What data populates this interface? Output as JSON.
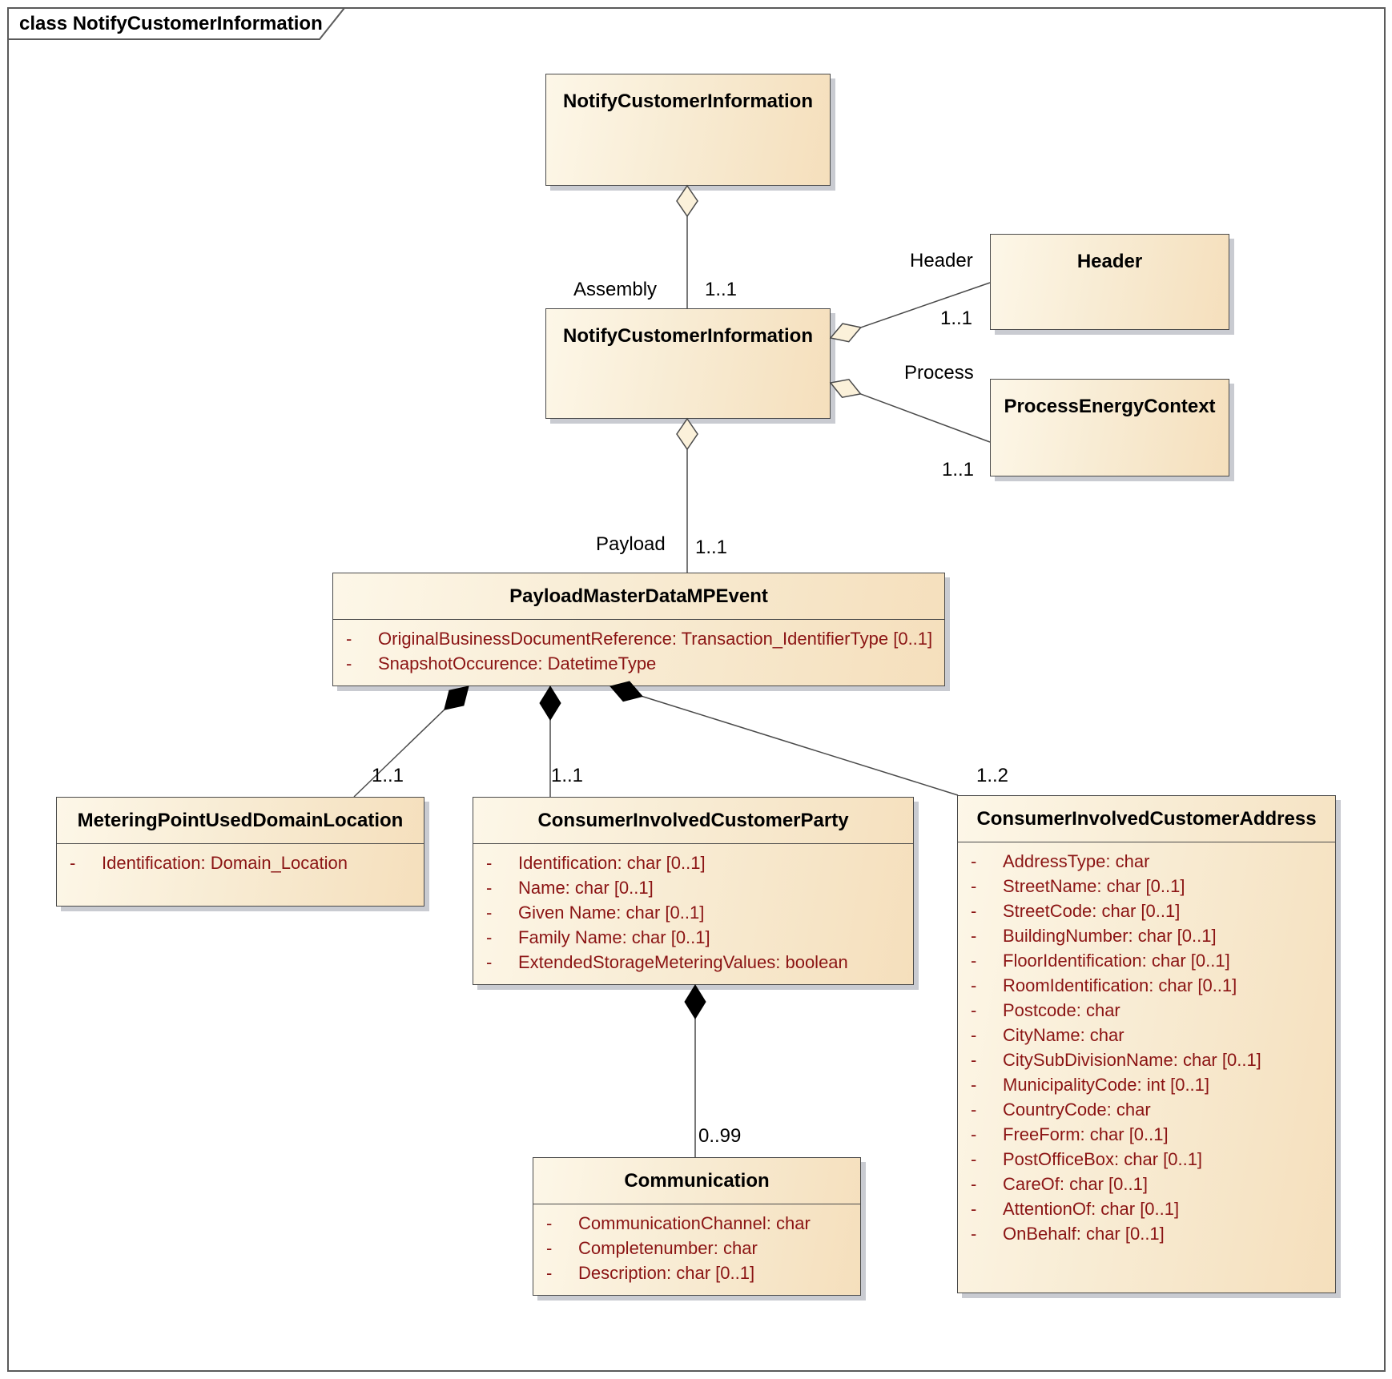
{
  "frame": {
    "title": "class NotifyCustomerInformation"
  },
  "ui": {
    "attr_prefix": "-"
  },
  "colors": {
    "box_fill_light": "#fdf7e8",
    "box_fill_dark": "#f5dfbc",
    "box_border": "#4a4a4a",
    "attribute_text": "#8b1414",
    "shadow": "#c9cbd1",
    "connector": "#4a4a4a"
  },
  "classes": [
    {
      "name": "NotifyCustomerInformation",
      "attributes": []
    },
    {
      "name": "NotifyCustomerInformation",
      "attributes": []
    },
    {
      "name": "Header",
      "attributes": []
    },
    {
      "name": "ProcessEnergyContext",
      "attributes": []
    },
    {
      "name": "PayloadMasterDataMPEvent",
      "attributes": [
        "OriginalBusinessDocumentReference: Transaction_IdentifierType [0..1]",
        "SnapshotOccurence: DatetimeType"
      ]
    },
    {
      "name": "MeteringPointUsedDomainLocation",
      "attributes": [
        "Identification: Domain_Location"
      ]
    },
    {
      "name": "ConsumerInvolvedCustomerParty",
      "attributes": [
        "Identification: char [0..1]",
        "Name: char [0..1]",
        "Given Name: char [0..1]",
        "Family Name: char [0..1]",
        "ExtendedStorageMeteringValues: boolean"
      ]
    },
    {
      "name": "ConsumerInvolvedCustomerAddress",
      "attributes": [
        "AddressType: char",
        "StreetName: char [0..1]",
        "StreetCode: char [0..1]",
        "BuildingNumber: char [0..1]",
        "FloorIdentification: char [0..1]",
        "RoomIdentification: char [0..1]",
        "Postcode: char",
        "CityName: char",
        "CitySubDivisionName: char [0..1]",
        "MunicipalityCode: int [0..1]",
        "CountryCode: char",
        "FreeForm: char [0..1]",
        "PostOfficeBox: char [0..1]",
        "CareOf: char [0..1]",
        "AttentionOf: char [0..1]",
        "OnBehalf: char [0..1]"
      ]
    },
    {
      "name": "Communication",
      "attributes": [
        "CommunicationChannel: char",
        "Completenumber: char",
        "Description: char [0..1]"
      ]
    }
  ],
  "relations": {
    "assembly": {
      "role": "Assembly",
      "multiplicity": "1..1"
    },
    "header": {
      "role": "Header",
      "multiplicity": "1..1"
    },
    "process": {
      "role": "Process",
      "multiplicity": "1..1"
    },
    "payload": {
      "role": "Payload",
      "multiplicity": "1..1"
    },
    "metering_point": {
      "multiplicity": "1..1"
    },
    "consumer_party": {
      "multiplicity": "1..1"
    },
    "consumer_address": {
      "multiplicity": "1..2"
    },
    "communication": {
      "multiplicity": "0..99"
    }
  }
}
